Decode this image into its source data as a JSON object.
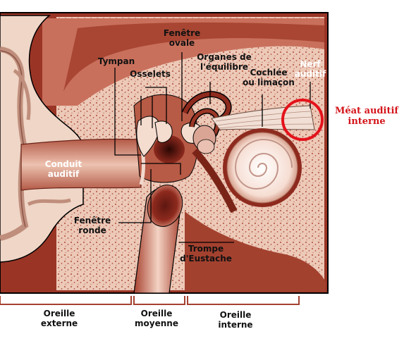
{
  "labels": {
    "fenetre_ovale": [
      "Fenêtre",
      "ovale"
    ],
    "tympan": [
      "Tympan"
    ],
    "osselets": [
      "Osselets"
    ],
    "organes_equilibre": [
      "Organes de",
      "l'équilibre"
    ],
    "nerf_auditif": [
      "Nerf",
      "auditif"
    ],
    "cochlee": [
      "Cochlée",
      "ou limaçon"
    ],
    "meat_auditif": [
      "Méat auditif",
      "interne"
    ],
    "conduit_auditif": [
      "Conduit",
      "auditif"
    ],
    "fenetre_ronde": [
      "Fenêtre",
      "ronde"
    ],
    "trompe_eustache": [
      "Trompe",
      "d'Eustache"
    ],
    "oreille_externe": [
      "Oreille",
      "externe"
    ],
    "oreille_moyenne": [
      "Oreille",
      "moyenne"
    ],
    "oreille_interne": [
      "Oreille",
      "interne"
    ]
  },
  "colors": {
    "tissue_dark": "#8e2a1e",
    "tissue_mid": "#c3705e",
    "tissue_light": "#e9c2b2",
    "skin": "#edd3c4",
    "bone": "#f6dccf",
    "highlight_circle": "#e4121b",
    "outline": "#000000"
  }
}
